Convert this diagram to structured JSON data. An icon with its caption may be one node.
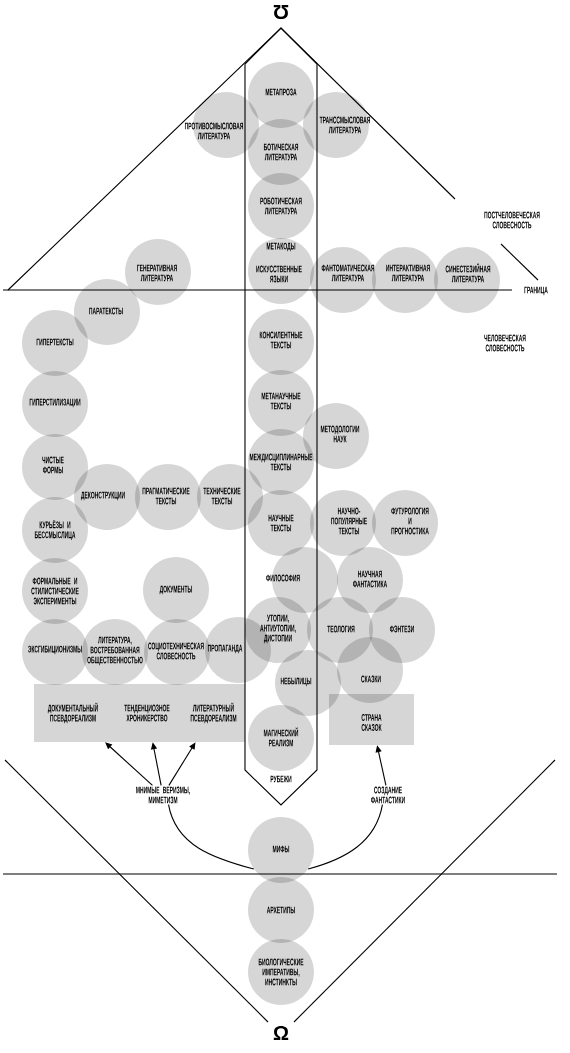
{
  "diagram": {
    "nodes": [
      {
        "text": [
          "МЕТАПРОЗА"
        ],
        "in": 43
      },
      {
        "text": [
          "ПРОТИВОСМЫСЛОВАЯ ЛИТЕРАТУРА"
        ]
      },
      {
        "text": [
          "ТРАНССМЫСЛОВАЯ ЛИТЕРАТУРА"
        ]
      },
      {
        "text": [
          "БОТИЧЕСКАЯ ЛИТЕРАТУРА"
        ],
        "in": 43
      },
      {
        "text": [
          "РОБОТИЧЕСКАЯ ЛИТЕРАТУРА"
        ],
        "in": 43
      },
      {
        "text": [
          "ГЕНЕРАТИВНАЯ ЛИТЕРАТУРА"
        ]
      },
      {
        "text": [
          "МЕТАКОДЫ",
          "ИСКУССТВЕННЫЕ ЯЗЫКИ"
        ],
        "in": 43
      },
      {
        "text": [
          "ФАНТОМАТИЧЕСКАЯ ЛИТЕРАТУРА"
        ]
      },
      {
        "text": [
          "ИНТЕРАКТИВНАЯ ЛИТЕРАТУРА"
        ]
      },
      {
        "text": [
          "СИНЕСТЕЗИЙНАЯ ЛИТЕРАТУРА"
        ]
      },
      {
        "text": [
          "ПАРАТЕКСТЫ"
        ]
      },
      {
        "text": [
          "ГИПЕРТЕКСТЫ"
        ]
      },
      {
        "text": [
          "КОНСИЛЕНТНЫЕ ТЕКСТЫ"
        ],
        "in": 43
      },
      {
        "text": [
          "ГИПЕРСТИЛИЗАЦИИ"
        ]
      },
      {
        "text": [
          "МЕТАНАУЧНЫЕ ТЕКСТЫ"
        ],
        "in": 43
      },
      {
        "text": [
          "МЕТОДОЛОГИИ НАУК"
        ]
      },
      {
        "text": [
          "МЕЖДИСЦИПЛИНАРНЫЕ ТЕКСТЫ"
        ],
        "in": 43
      },
      {
        "text": [
          "ЧИСТЫЕ ФОРМЫ"
        ]
      },
      {
        "text": [
          "ДЕКОНСТРУКЦИИ"
        ]
      },
      {
        "text": [
          "ПРАГМАТИЧЕСКИЕ ТЕКСТЫ"
        ]
      },
      {
        "text": [
          "ТЕХНИЧЕСКИЕ ТЕКСТЫ"
        ]
      },
      {
        "text": [
          "НАУЧНЫЕ ТЕКСТЫ"
        ],
        "in": 43
      },
      {
        "text": [
          "НАУЧНО-ПОПУЛЯРНЫЕ ТЕКСТЫ"
        ]
      },
      {
        "text": [
          "ФУТУРОЛОГИЯ И ПРОГНОСТИКА"
        ]
      },
      {
        "text": [
          "КУРЬЁЗЫ И БЕССМЫСЛИЦА"
        ]
      },
      {
        "text": [
          "ФИЛОСОФИЯ"
        ]
      },
      {
        "text": [
          "НАУЧНАЯ ФАНТАСТИКА"
        ]
      },
      {
        "text": [
          "ФОРМАЛЬНЫЕ И СТИЛИСТИЧЕСКИЕ ЭКСПЕРИМЕНТЫ"
        ]
      },
      {
        "text": [
          "ДОКУМЕНТЫ"
        ]
      },
      {
        "text": [
          "ЭКСГИБИЦИОНИЗМЫ"
        ]
      },
      {
        "text": [
          "ЛИТЕРАТУРА, ВОСТРЕБОВАННАЯ ОБЩЕСТВЕННОСТЬЮ"
        ]
      },
      {
        "text": [
          "СОЦИОТЕХНИЧЕСКАЯ СЛОВЕСНОСТЬ"
        ]
      },
      {
        "text": [
          "ПРОПАГАНДА"
        ]
      },
      {
        "text": [
          "УТОПИИ, АНТИУТОПИИ, ДИСТОПИИ"
        ],
        "in": 43
      },
      {
        "text": [
          "ТЕОЛОГИЯ"
        ]
      },
      {
        "text": [
          "ФЭНТЕЗИ"
        ]
      },
      {
        "text": [
          "НЕБЫЛИЦЫ"
        ]
      },
      {
        "text": [
          "СКАЗКИ"
        ]
      },
      {
        "text": [
          "ДОКУМЕНТАЛЬНЫЙ ПСЕВДОРЕАЛИЗМ"
        ]
      },
      {
        "text": [
          "ТЕНДЕНЦИОЗНОЕ ХРОНИКЕРСТВО"
        ]
      },
      {
        "text": [
          "ЛИТЕРАТУРНЫЙ ПСЕВДОРЕАЛИЗМ"
        ]
      },
      {
        "text": [
          "СТРАНА СКАЗОК"
        ]
      },
      {
        "text": [
          "МАГИЧЕСКИЙ РЕАЛИЗМ"
        ],
        "in": 43
      },
      {
        "text": [
          "РУБЕЖИ"
        ]
      },
      {
        "text": [
          "МНИМЫЕ ВЕРИЗМЫ, МИМЕТИЗМ"
        ]
      },
      {
        "text": [
          "СОЗДАНИЕ ФАНТАСТИКИ"
        ]
      },
      {
        "text": [
          "МИФЫ"
        ]
      },
      {
        "text": [
          "АРХЕТИПЫ"
        ]
      },
      {
        "text": [
          "БИОЛОГИЧЕСКИЕ ИМПЕРАТИВЫ, ИНСТИНКТЫ"
        ]
      }
    ],
    "edges": [
      {
        "from": 44,
        "to": 38,
        "arrow": "to"
      },
      {
        "from": 44,
        "to": 39,
        "arrow": "to"
      },
      {
        "from": 44,
        "to": 40,
        "arrow": "to"
      },
      {
        "from": 45,
        "to": 41,
        "arrow": "to"
      },
      {
        "from": 46,
        "to": 44,
        "arrow": "none"
      },
      {
        "from": 46,
        "to": 45,
        "arrow": "none"
      }
    ],
    "labels": [
      "Ω",
      "ПОСТЧЕЛОВЕЧЕСКАЯ СЛОВЕСНОСТЬ",
      "ГРАНИЦА",
      "ЧЕЛОВЕЧЕСКАЯ СЛОВЕСНОСТЬ",
      "Ω"
    ]
  }
}
